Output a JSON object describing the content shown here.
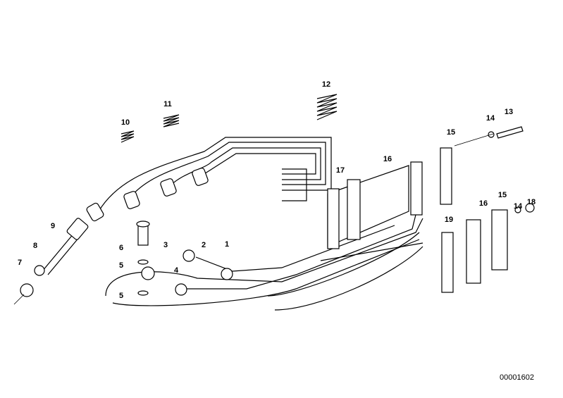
{
  "diagram": {
    "labels": {
      "p1": "1",
      "p2": "2",
      "p3": "3",
      "p4": "4",
      "p5a": "5",
      "p5b": "5",
      "p6": "6",
      "p7": "7",
      "p8": "8",
      "p9": "9",
      "p10": "10",
      "p11": "11",
      "p12": "12",
      "p13": "13",
      "p14a": "14",
      "p14b": "14",
      "p15a": "15",
      "p15b": "15",
      "p16a": "16",
      "p16b": "16",
      "p17": "17",
      "p18": "18",
      "p19": "19"
    },
    "reference_code": "00001602"
  }
}
